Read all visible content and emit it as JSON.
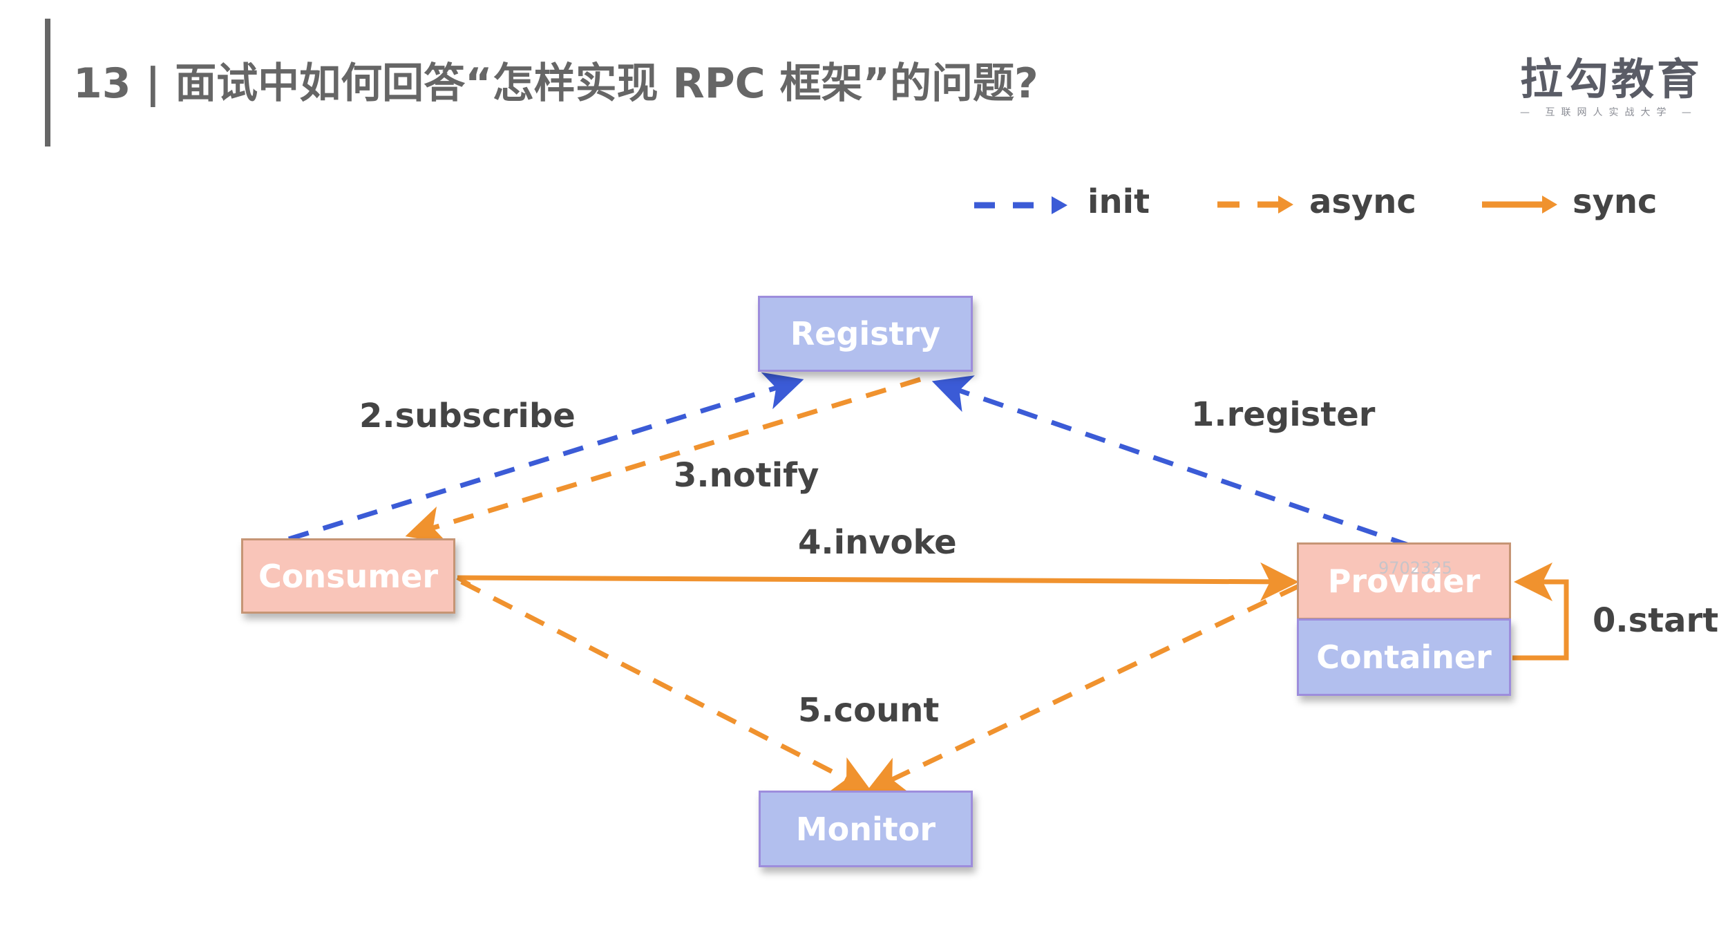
{
  "header": {
    "title": "13 | 面试中如何回答“怎样实现 RPC 框架”的问题?",
    "logo_main": "拉勾教育",
    "logo_sub": "— 互联网人实战大学 —"
  },
  "legend": [
    {
      "key": "init",
      "label": "init",
      "style": "dashed",
      "color": "#3b5bd6"
    },
    {
      "key": "async",
      "label": "async",
      "style": "dashed",
      "color": "#f0922e"
    },
    {
      "key": "sync",
      "label": "sync",
      "style": "solid",
      "color": "#f0922e"
    }
  ],
  "nodes": {
    "registry": {
      "label": "Registry",
      "color": "#b2bfee"
    },
    "consumer": {
      "label": "Consumer",
      "color": "#f9c5b9"
    },
    "provider": {
      "label": "Provider",
      "color": "#f9c5b9"
    },
    "container": {
      "label": "Container",
      "color": "#b2bfee"
    },
    "monitor": {
      "label": "Monitor",
      "color": "#b2bfee"
    }
  },
  "edges": [
    {
      "label": "0.start",
      "from": "container",
      "to": "provider",
      "type": "sync"
    },
    {
      "label": "1.register",
      "from": "provider",
      "to": "registry",
      "type": "init"
    },
    {
      "label": "2.subscribe",
      "from": "consumer",
      "to": "registry",
      "type": "init"
    },
    {
      "label": "3.notify",
      "from": "registry",
      "to": "consumer",
      "type": "async"
    },
    {
      "label": "4.invoke",
      "from": "consumer",
      "to": "provider",
      "type": "sync"
    },
    {
      "label": "5.count",
      "from": "consumer",
      "to": "monitor",
      "type": "async"
    },
    {
      "label": "",
      "from": "provider",
      "to": "monitor",
      "type": "async"
    }
  ],
  "colors": {
    "init": "#3b5bd6",
    "async": "#f0922e",
    "sync": "#f0922e",
    "text": "#444444",
    "title": "#666666"
  },
  "watermark": "9702325"
}
